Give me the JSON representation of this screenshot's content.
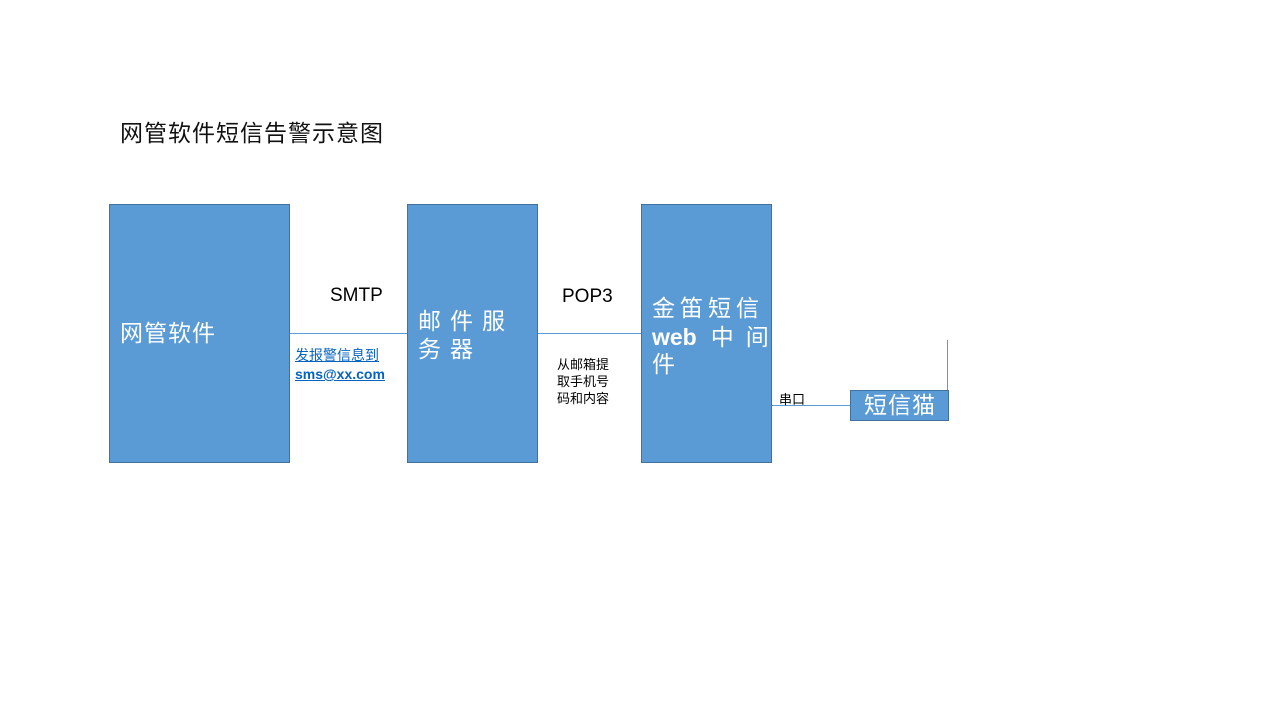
{
  "title": "网管软件短信告警示意图",
  "nodes": {
    "nms": {
      "label": "网管软件"
    },
    "mail_server": {
      "label": "邮件服务器"
    },
    "sms_web": {
      "label_top": "金笛短信",
      "label_mid_web": "web",
      "label_mid_rest": "中间",
      "label_bottom": "件"
    },
    "sms_modem": {
      "label": "短信猫"
    }
  },
  "edges": {
    "smtp": {
      "protocol": "SMTP",
      "note_line1": "发报警信息到",
      "note_line2": "sms@xx.com"
    },
    "pop3": {
      "protocol": "POP3",
      "note_line1": "从邮箱提",
      "note_line2": "取手机号",
      "note_line3": "码和内容"
    },
    "serial": {
      "label": "串口"
    }
  },
  "colors": {
    "box_fill": "#5b9bd5",
    "box_border": "#41719c",
    "link": "#0563c1"
  }
}
